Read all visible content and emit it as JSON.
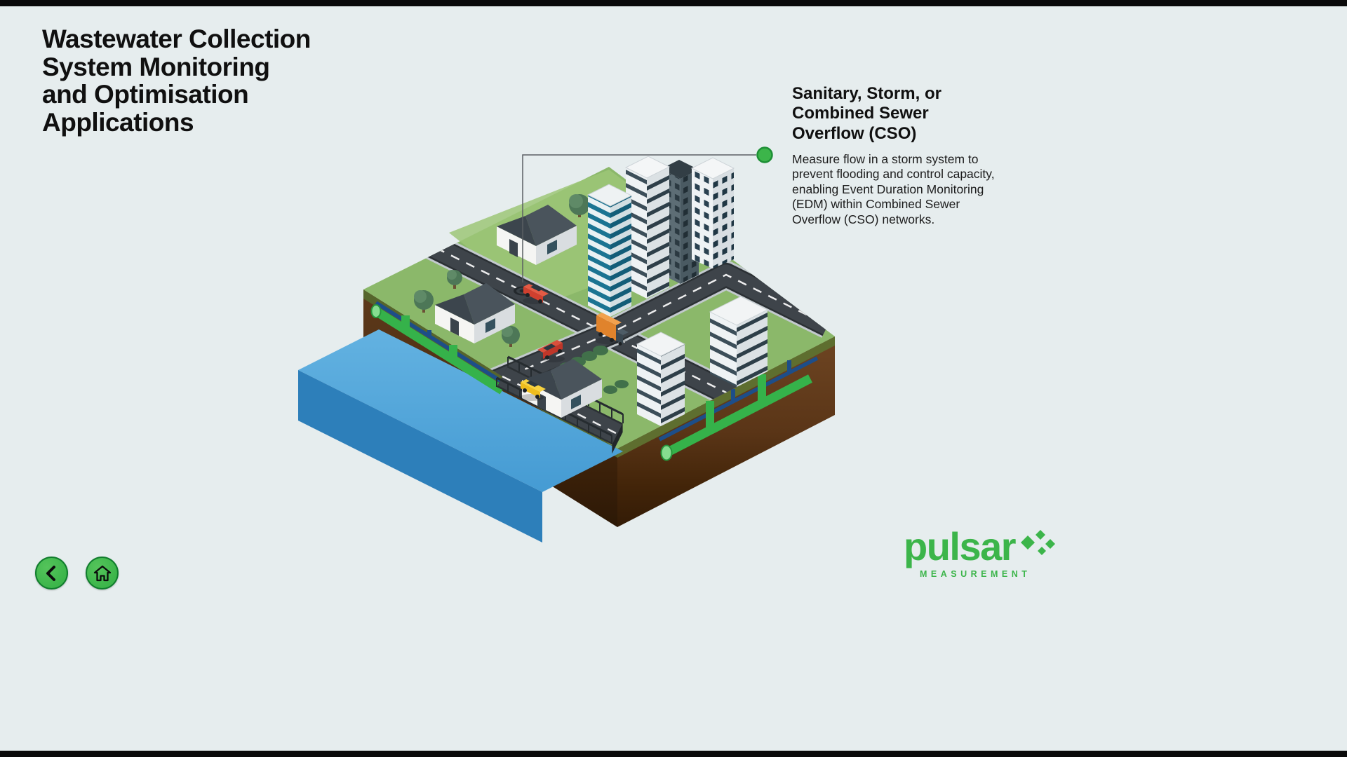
{
  "theme": {
    "bg": "#e6edee",
    "accent": "#3cb54a",
    "ink": "#101010",
    "connector": "#5a5f63"
  },
  "header": {
    "title_lines": [
      "Wastewater Collection",
      "System Monitoring",
      "and Optimisation",
      "Applications"
    ]
  },
  "callout": {
    "heading_lines": [
      "Sanitary, Storm, or",
      "Combined Sewer",
      "Overflow (CSO)"
    ],
    "body": "Measure flow in a storm system to prevent flooding and control capacity, enabling Event Duration Monitoring (EDM) within Combined Sewer Overflow (CSO) networks.",
    "marker_color": "#3cb54a"
  },
  "navigation": {
    "buttons": [
      {
        "name": "back",
        "icon": "chevron-left"
      },
      {
        "name": "home",
        "icon": "house"
      }
    ]
  },
  "logo": {
    "wordmark": "pulsar",
    "subtext": "MEASUREMENT"
  },
  "illustration": {
    "caption": "Isometric city cross-section",
    "elements": [
      "grass platform",
      "earth cross-section",
      "river",
      "bridge with railings",
      "roads with dashed markings",
      "manhole",
      "houses",
      "skyscrapers",
      "office buildings",
      "trees",
      "hedges",
      "red cars",
      "orange truck",
      "yellow taxi",
      "underground green sewer pipes",
      "underground blue water pipes",
      "pipe risers"
    ],
    "colors": {
      "grass": "#8bb86a",
      "grass_light": "#9cc577",
      "earth": "#5d3a1c",
      "water": "#55a9dc",
      "road": "#3e444a",
      "pipe_green": "#35b24a",
      "pipe_blue": "#1d4e89"
    }
  }
}
